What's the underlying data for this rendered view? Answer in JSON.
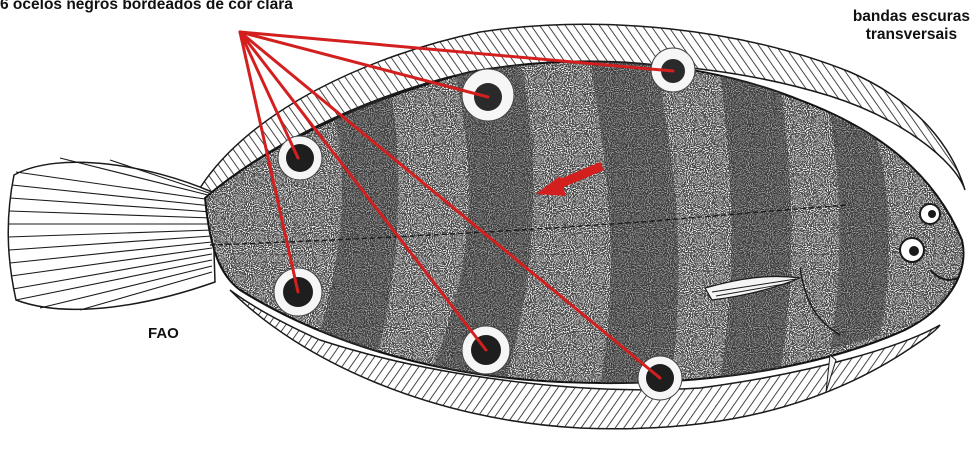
{
  "labels": {
    "ocelli": "6 ocelos negros bordeados de cor clara",
    "bands_line1": "bandas escuras",
    "bands_line2": "transversais",
    "credit": "FAO"
  },
  "colors": {
    "arrow": "#d41f1f",
    "ink": "#1a1a1a",
    "paper": "#ffffff"
  }
}
